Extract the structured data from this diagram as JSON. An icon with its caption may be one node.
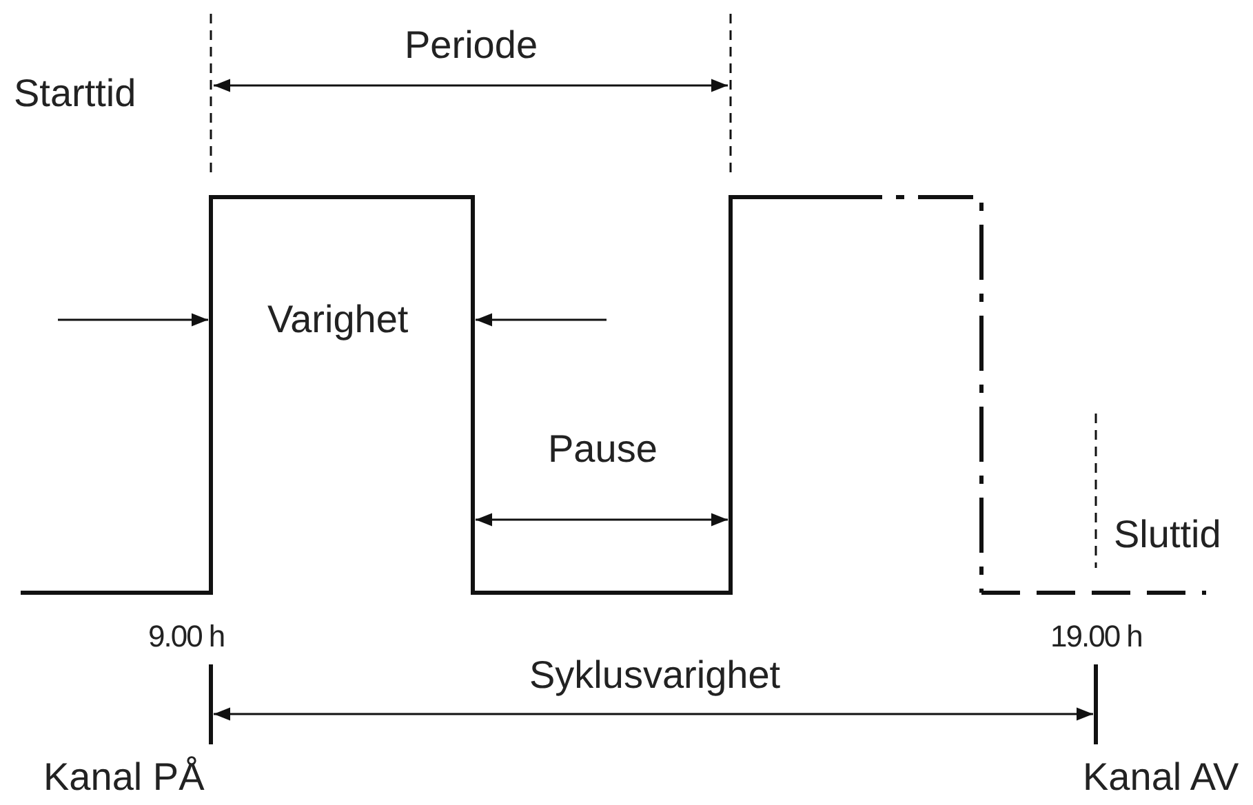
{
  "diagram": {
    "labels": [
      "Periode",
      "Starttid",
      "Varighet",
      "Pause",
      "Sluttid",
      "9.00 h",
      "19.00 h",
      "Syklusvarighet",
      "Kanal PÅ",
      "Kanal AV"
    ]
  }
}
